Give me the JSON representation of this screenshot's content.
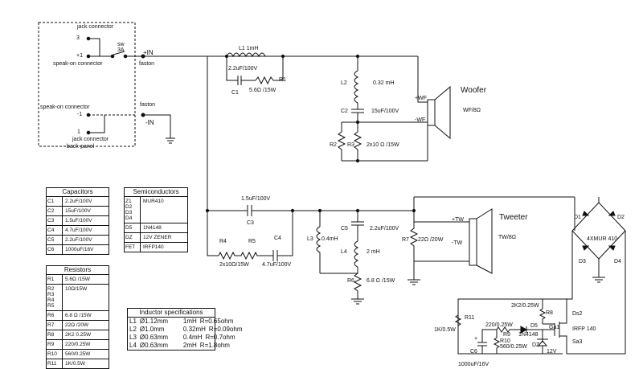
{
  "panel": {
    "title_jack_top": "jack connector",
    "pin3": "3",
    "pin1_top": "+1",
    "speakon_top": "speak-on connector",
    "switch": "sw\n3A",
    "faston_top": "faston",
    "speakon_bottom": "speak-on connector",
    "pin_minus1": "-1",
    "faston_bottom": "faston",
    "pin1_bottom": "1",
    "jack_bottom": "jack connector",
    "backpanel": "back-panel"
  },
  "nets": {
    "plus_in": "+IN",
    "minus_in": "-IN"
  },
  "woofer_section": {
    "L1": "L1 1mH",
    "C1": "C1",
    "C1_val": "2.2uF/100V",
    "R1": "R1",
    "R1_val": "5.6Ω /15W",
    "L2": "L2",
    "L2_val": "0.32 mH",
    "C2": "C2",
    "C2_val": "15uF/100V",
    "R2": "R2",
    "R3": "R3",
    "R23_val": "2x10 Ω /15W",
    "pos": "+WF",
    "neg": "-WF",
    "name": "Woofer",
    "rating": "WF/8Ω"
  },
  "tweeter_section": {
    "C3_val": "1.5uF/100V",
    "C3": "C3",
    "R4": "R4",
    "R5": "R5",
    "R45_val": "2x10Ω/15W",
    "C4": "C4",
    "C4_val": "4.7uF/100V",
    "L3": "L3",
    "L3_val": "0.4mH",
    "C5": "C5",
    "C5_val": "2.2uF/100V",
    "L4": "L4",
    "L4_val": "2 mH",
    "R6": "R6",
    "R6_val": "6.8 Ω /15W",
    "R7": "R7",
    "R7_val": "22Ω /20W",
    "pos": "+TW",
    "neg": "-TW",
    "name": "Tweeter",
    "rating": "TW/8Ω"
  },
  "protection": {
    "D1": "D1",
    "D2": "D2",
    "D3": "D3",
    "D4": "D4",
    "bridge": "4XMUR 410",
    "R8_val": "2K2/0.25W",
    "R8": "R8",
    "R11": "R11",
    "R11_val": "1K/0.5W",
    "R9_val": "220/0.25W",
    "R9": "R9",
    "D5": "D5",
    "D5_val": "1N4148",
    "R10": "R10",
    "R10_val": "560/0.25W",
    "C6": "C6",
    "C6_val": "1000uF/16V",
    "DZ": "DZ",
    "DZ_val": "12V",
    "gate": "Ga1",
    "drain": "Ds2",
    "source": "Sa3",
    "fet": "IRFP 140",
    "plus": "+"
  },
  "capacitors": {
    "title": "Capacitors",
    "rows": [
      {
        "ref": "C1",
        "val": "2.2uF/100V"
      },
      {
        "ref": "C2",
        "val": "15uF/100V"
      },
      {
        "ref": "C3",
        "val": "1.5uF/100V"
      },
      {
        "ref": "C4",
        "val": "4.7uF/100V"
      },
      {
        "ref": "C5",
        "val": "2.2uF/100V"
      },
      {
        "ref": "C6",
        "val": "1000uF/16V"
      }
    ]
  },
  "semiconductors": {
    "title": "Semiconductors",
    "rows": [
      {
        "ref": "Z1 D2\nD3 D4",
        "val": "MUR410"
      },
      {
        "ref": "D5",
        "val": "1N4148"
      },
      {
        "ref": "DZ",
        "val": "12V ZENER"
      },
      {
        "ref": "FET",
        "val": "IRFP140"
      }
    ]
  },
  "resistors": {
    "title": "Resistors",
    "rows": [
      {
        "ref": "R1",
        "val": "5.6Ω /15W"
      },
      {
        "ref": "R2 R3\nR4 R5",
        "val": "10Ω/15W"
      },
      {
        "ref": "R6",
        "val": "6.8 Ω /15W"
      },
      {
        "ref": "R7",
        "val": "22Ω /20W"
      },
      {
        "ref": "R8",
        "val": "2K2 0.25W"
      },
      {
        "ref": "R9",
        "val": "220/0.25W"
      },
      {
        "ref": "R10",
        "val": "560/0.25W"
      },
      {
        "ref": "R11",
        "val": "1K/0.5W"
      }
    ]
  },
  "inductors": {
    "title": "Inductor specifications",
    "rows": [
      {
        "ref": "L1",
        "wire": "Ø1.12mm",
        "ind": "1mH",
        "res": "R=0.65ohm"
      },
      {
        "ref": "L2",
        "wire": "Ø1.0mm",
        "ind": "0.32mH",
        "res": "R=0.09ohm"
      },
      {
        "ref": "L3",
        "wire": "Ø0.63mm",
        "ind": "0.4mH",
        "res": "R=0.7ohm"
      },
      {
        "ref": "L4",
        "wire": "Ø0.63mm",
        "ind": "2mH",
        "res": "R=1.8ohm"
      }
    ]
  }
}
